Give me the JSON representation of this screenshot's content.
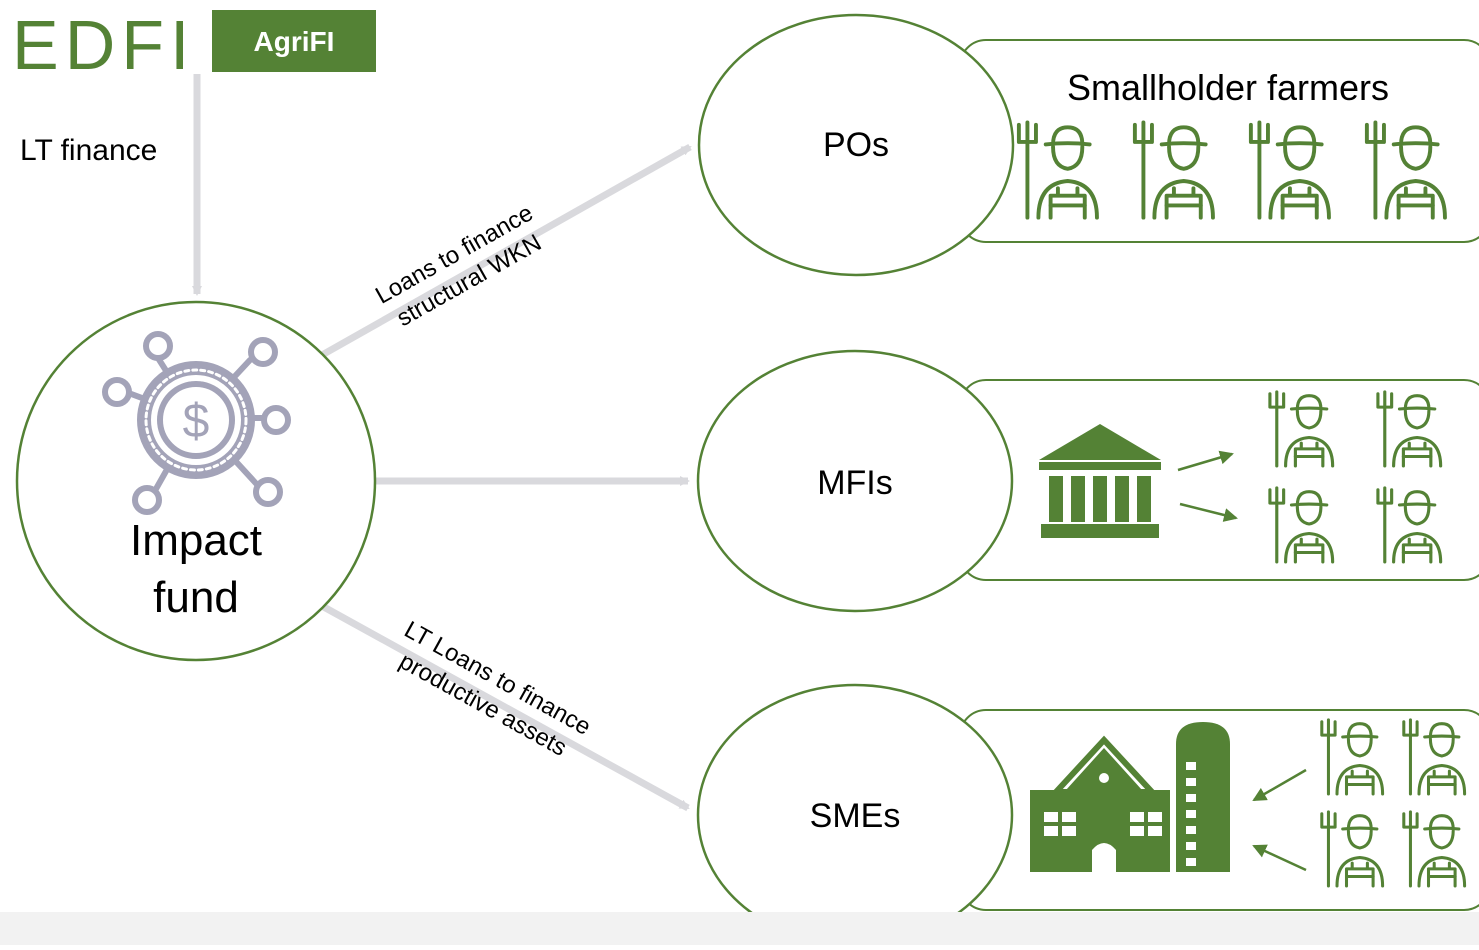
{
  "logos": {
    "edfi": "EDFI",
    "agrifi": "AgriFI"
  },
  "labels": {
    "lt_finance": "LT finance",
    "impact_fund_line1": "Impact",
    "impact_fund_line2": "fund",
    "pos": "POs",
    "mfis": "MFIs",
    "smes": "SMEs",
    "smallholder_farmers": "Smallholder farmers",
    "loans_wkn_line1": "Loans to finance",
    "loans_wkn_line2": "structural WKN",
    "lt_loans_line1": "LT Loans to finance",
    "lt_loans_line2": "productive assets"
  },
  "icons": {
    "impact_fund": "money-network-icon",
    "farmer": "farmer-with-pitchfork-icon",
    "mfi": "bank-building-icon",
    "sme": "farm-barn-silo-icon"
  },
  "colors": {
    "green": "#548235",
    "arrow_gray": "#d9d9dd",
    "icon_gray": "#a3a3b8",
    "text": "#000000",
    "bottom_band": "#f2f2f2"
  }
}
